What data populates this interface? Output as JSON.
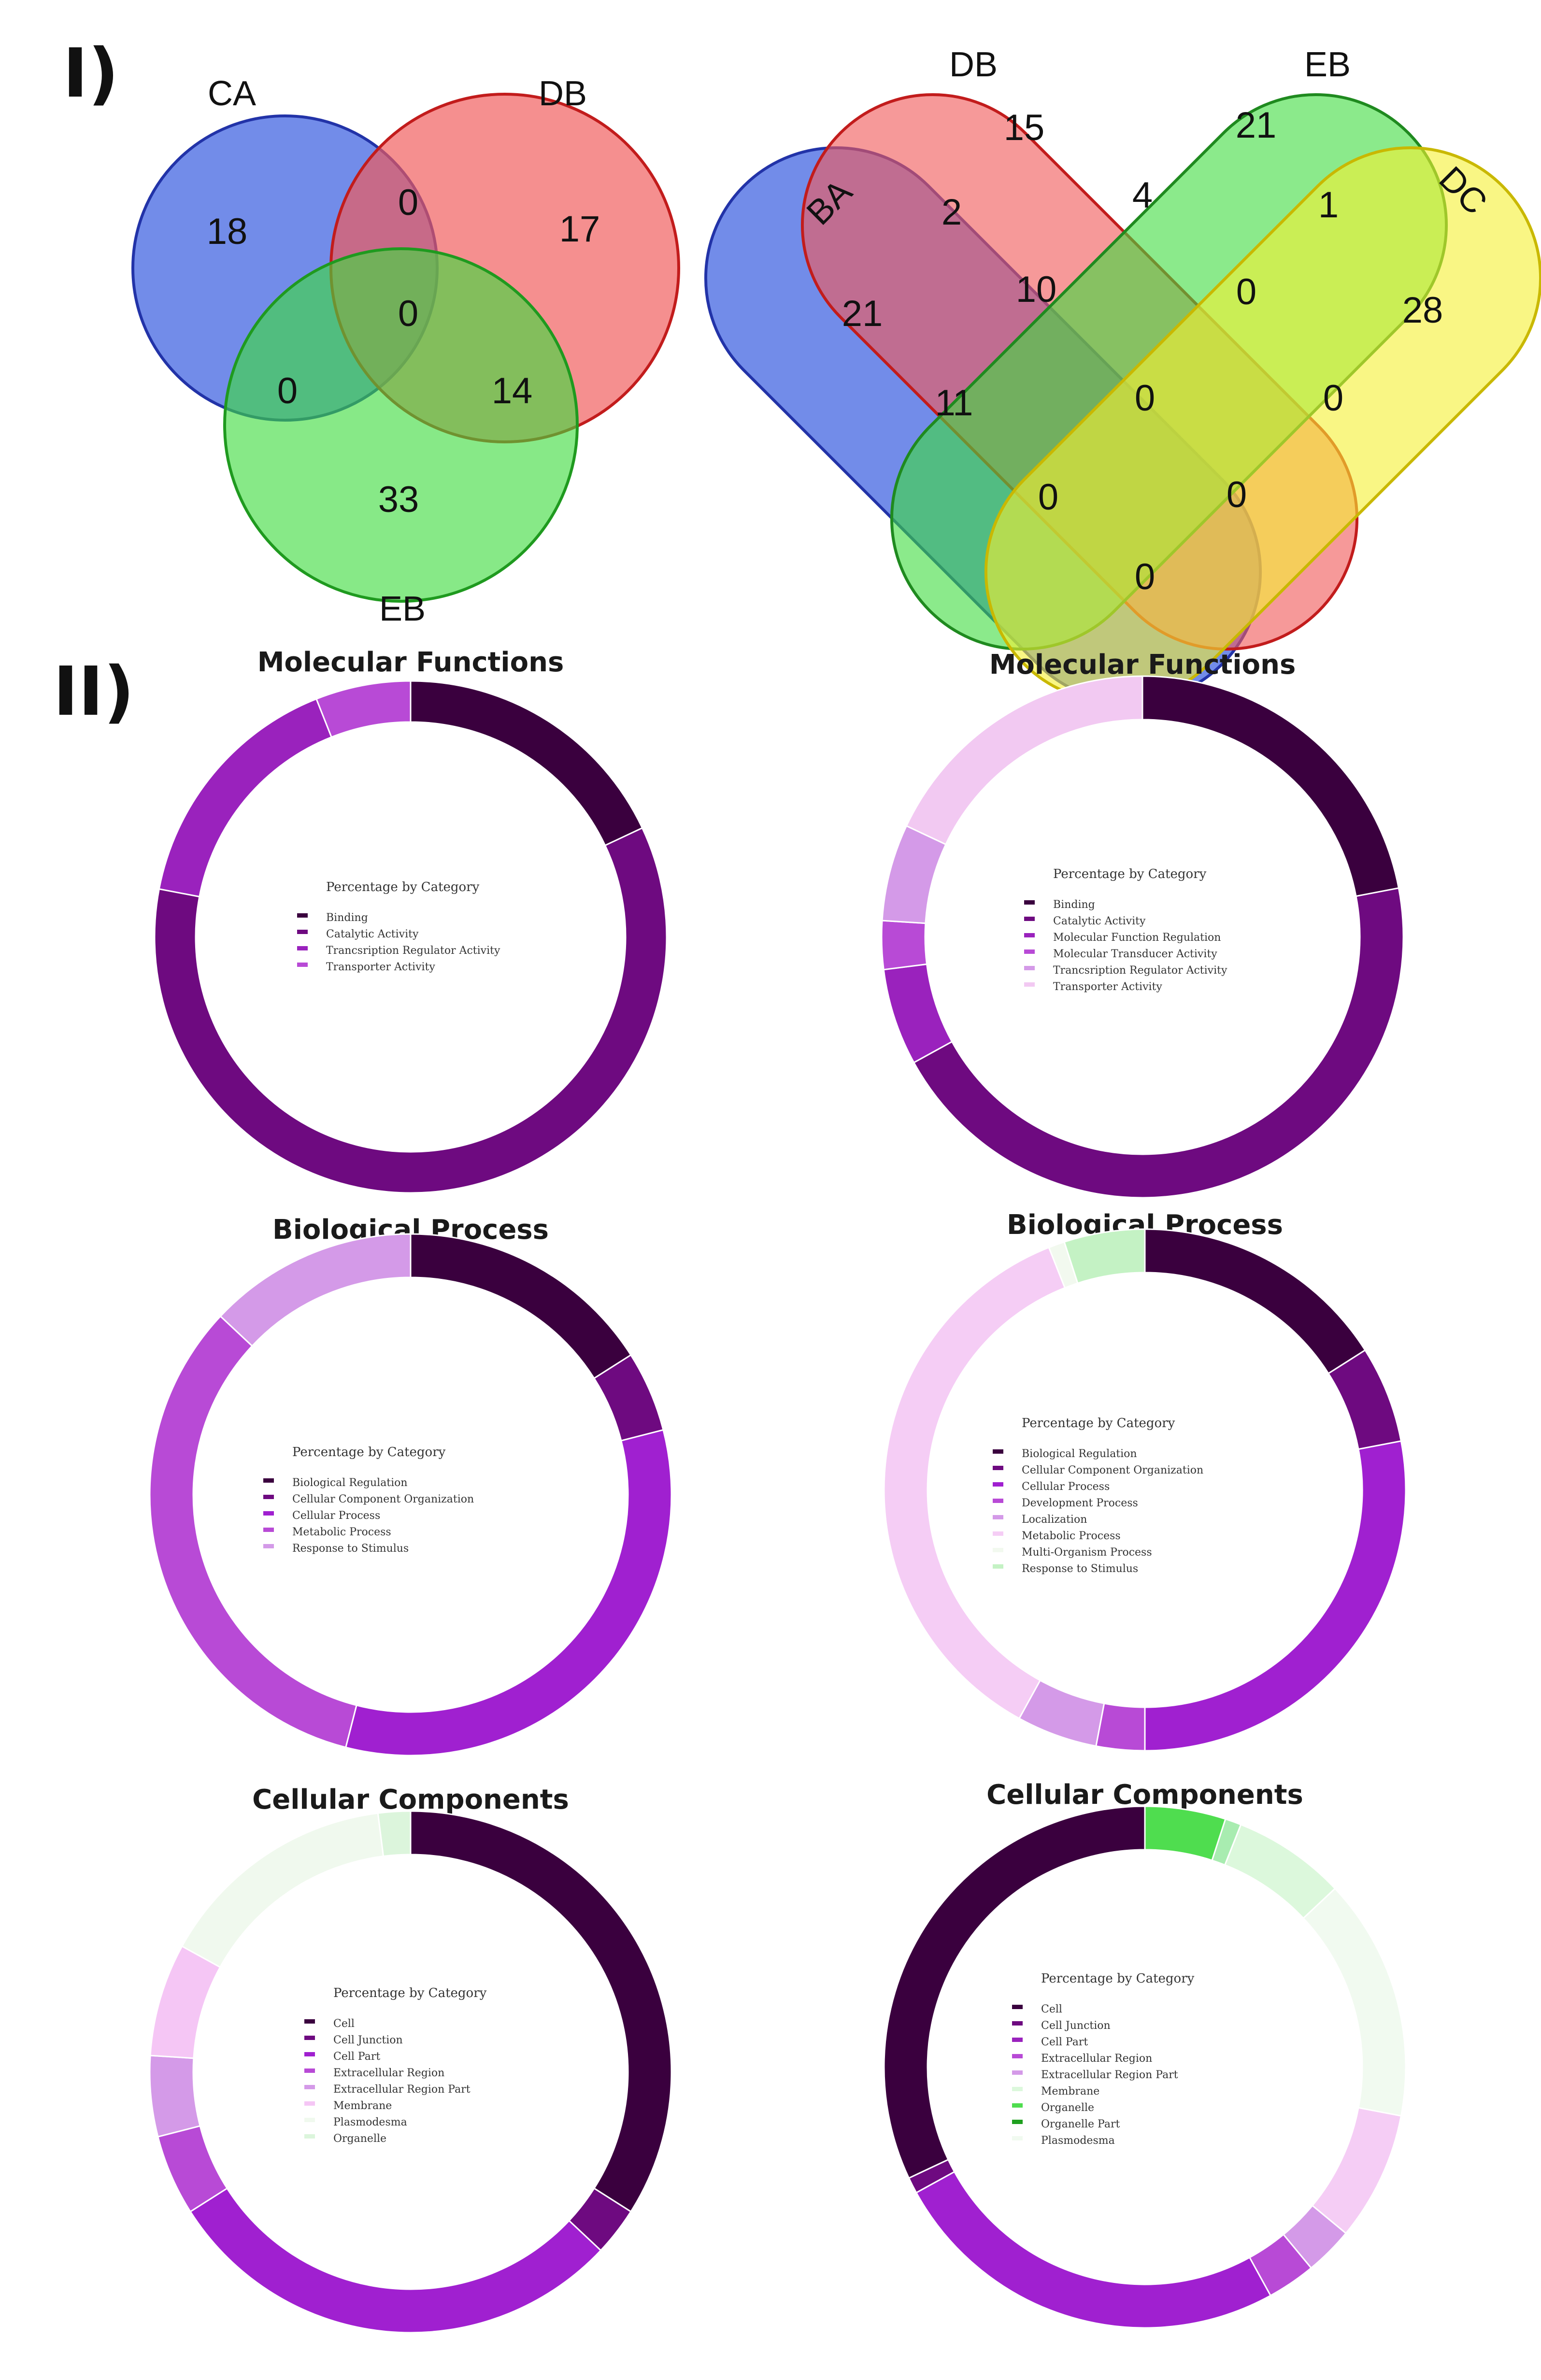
{
  "panels": {
    "venn_label": "I)",
    "donut_label": "II)"
  },
  "venn3": {
    "sets": [
      {
        "label": "CA",
        "color": "#3b5fe0"
      },
      {
        "label": "DB",
        "color": "#f05a5a"
      },
      {
        "label": "EB",
        "color": "#3ddc3d"
      }
    ],
    "regions": {
      "CA_only": "18",
      "DB_only": "17",
      "EB_only": "33",
      "CA_DB": "0",
      "CA_EB": "0",
      "DB_EB": "14",
      "CA_DB_EB": "0"
    }
  },
  "venn4": {
    "sets": [
      {
        "label": "BA",
        "color": "#3b5fe0"
      },
      {
        "label": "DB",
        "color": "#f05a5a"
      },
      {
        "label": "EB",
        "color": "#3ddc3d"
      },
      {
        "label": "DC",
        "color": "#f5f032"
      }
    ],
    "regions": [
      {
        "id": "DB_only",
        "value": "15"
      },
      {
        "id": "EB_only",
        "value": "21"
      },
      {
        "id": "BA_only",
        "value": "21"
      },
      {
        "id": "DC_only",
        "value": "28"
      },
      {
        "id": "BA_DB",
        "value": "2"
      },
      {
        "id": "DB_EB",
        "value": "4"
      },
      {
        "id": "EB_DC",
        "value": "1"
      },
      {
        "id": "BA_DB_EB",
        "value": "10"
      },
      {
        "id": "DB_EB_DC",
        "value": "0"
      },
      {
        "id": "BA_EB",
        "value": "11"
      },
      {
        "id": "all_four",
        "value": "0"
      },
      {
        "id": "DB_DC",
        "value": "0"
      },
      {
        "id": "BA_EB_DC",
        "value": "0"
      },
      {
        "id": "BA_DB_DC",
        "value": "0"
      },
      {
        "id": "BA_DC",
        "value": "0"
      }
    ]
  },
  "chart_data": [
    {
      "type": "pie",
      "title": "Molecular Functions",
      "legend_heading": "Percentage by Category",
      "slices": [
        {
          "label": "Binding",
          "value": 18,
          "color": "#3a003e"
        },
        {
          "label": "Catalytic Activity",
          "value": 60,
          "color": "#6e0a80"
        },
        {
          "label": "Trancsription Regulator Activity",
          "value": 16,
          "color": "#9a22bd"
        },
        {
          "label": "Transporter Activity",
          "value": 6,
          "color": "#b84ad6"
        }
      ]
    },
    {
      "type": "pie",
      "title": "Molecular Functions",
      "legend_heading": "Percentage by Category",
      "slices": [
        {
          "label": "Binding",
          "value": 22,
          "color": "#3a003e"
        },
        {
          "label": "Catalytic Activity",
          "value": 45,
          "color": "#6e0a80"
        },
        {
          "label": "Molecular Function Regulation",
          "value": 6,
          "color": "#9a22bd"
        },
        {
          "label": "Molecular Transducer Activity",
          "value": 3,
          "color": "#b84ad6"
        },
        {
          "label": "Trancsription Regulator Activity",
          "value": 6,
          "color": "#d49ae8"
        },
        {
          "label": "Transporter Activity",
          "value": 18,
          "color": "#f2c9f2"
        }
      ]
    },
    {
      "type": "pie",
      "title": "Biological Process",
      "legend_heading": "Percentage by Category",
      "slices": [
        {
          "label": "Biological Regulation",
          "value": 16,
          "color": "#3a003e"
        },
        {
          "label": "Cellular Component Organization",
          "value": 5,
          "color": "#6e0a80"
        },
        {
          "label": "Cellular Process",
          "value": 33,
          "color": "#a020d0"
        },
        {
          "label": "Metabolic Process",
          "value": 33,
          "color": "#b84ad6"
        },
        {
          "label": "Response to Stimulus",
          "value": 13,
          "color": "#d49ae8"
        }
      ]
    },
    {
      "type": "pie",
      "title": "Biological Process",
      "legend_heading": "Percentage by Category",
      "slices": [
        {
          "label": "Biological Regulation",
          "value": 16,
          "color": "#3a003e"
        },
        {
          "label": "Cellular Component Organization",
          "value": 6,
          "color": "#6e0a80"
        },
        {
          "label": "Cellular Process",
          "value": 28,
          "color": "#a020d0"
        },
        {
          "label": "Development Process",
          "value": 3,
          "color": "#b84ad6"
        },
        {
          "label": "Localization",
          "value": 5,
          "color": "#d49ae8"
        },
        {
          "label": "Metabolic Process",
          "value": 36,
          "color": "#f5cdf5"
        },
        {
          "label": "Multi-Organism Process",
          "value": 1,
          "color": "#f2f9ef"
        },
        {
          "label": "Response to Stimulus",
          "value": 5,
          "color": "#c4f2c4"
        }
      ]
    },
    {
      "type": "pie",
      "title": "Cellular Components",
      "legend_heading": "Percentage by Category",
      "slices": [
        {
          "label": "Cell",
          "value": 34,
          "color": "#3a003e"
        },
        {
          "label": "Cell Junction",
          "value": 3,
          "color": "#6e0a80"
        },
        {
          "label": "Cell Part",
          "value": 29,
          "color": "#a020d0"
        },
        {
          "label": "Extracellular Region",
          "value": 5,
          "color": "#b84ad6"
        },
        {
          "label": "Extracellular Region Part",
          "value": 5,
          "color": "#d49ae8"
        },
        {
          "label": "Membrane",
          "value": 7,
          "color": "#f5c6f5"
        },
        {
          "label": "Plasmodesma",
          "value": 15,
          "color": "#f0f9ee"
        },
        {
          "label": "Organelle",
          "value": 2,
          "color": "#dcf5dc"
        }
      ]
    },
    {
      "type": "pie",
      "title": "Cellular Components",
      "legend_heading": "Percentage by Category",
      "slices": [
        {
          "label": "Organelle",
          "value": 5,
          "color": "#4fdd4f"
        },
        {
          "label": "Organelle Part",
          "value": 1,
          "color": "#a8ecb0"
        },
        {
          "label": "Membrane",
          "value": 7,
          "color": "#dcf8dc"
        },
        {
          "label": "Plasmodesma",
          "value": 15,
          "color": "#f1faf0"
        },
        {
          "label": "Extracellular Region Part",
          "value": 8,
          "color": "#f5cdf5"
        },
        {
          "label": "Extracellular Region",
          "value": 3,
          "color": "#d49ae8"
        },
        {
          "label": "Cell Part",
          "value": 3,
          "color": "#b84ad6"
        },
        {
          "label": "Cell Junction",
          "value": 25,
          "color": "#a020d0"
        },
        {
          "label": "Cell",
          "value": 1,
          "color": "#6e0a80"
        },
        {
          "label": "Cell",
          "value": 32,
          "color": "#3a003e"
        }
      ],
      "legend_items": [
        {
          "label": "Cell",
          "color": "#3a003e"
        },
        {
          "label": "Cell Junction",
          "color": "#6e0a80"
        },
        {
          "label": "Cell Part",
          "color": "#9a22bd"
        },
        {
          "label": "Extracellular Region",
          "color": "#b84ad6"
        },
        {
          "label": "Extracellular Region Part",
          "color": "#d49ae8"
        },
        {
          "label": "Membrane",
          "color": "#dcf8dc"
        },
        {
          "label": "Organelle",
          "color": "#4fdd4f"
        },
        {
          "label": "Organelle Part",
          "color": "#1fa01f"
        },
        {
          "label": "Plasmodesma",
          "color": "#f1faf0"
        }
      ]
    }
  ]
}
